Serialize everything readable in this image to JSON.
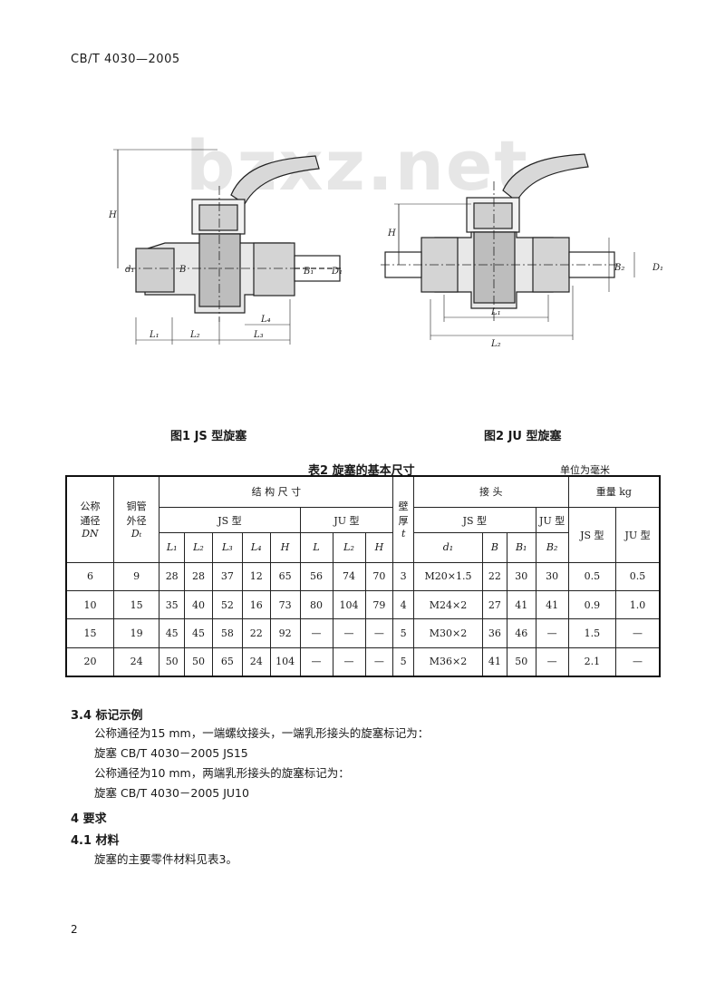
{
  "header": "CB/T 4030—2005",
  "watermark": "bzxz.net",
  "fig1": {
    "caption": "图1  JS 型旋塞",
    "labels": {
      "H": "H",
      "d1": "d₁",
      "B": "B",
      "B1": "B₁",
      "Dt": "D₁",
      "L1": "L₁",
      "L2": "L₂",
      "L3": "L₃",
      "L4": "L₄"
    }
  },
  "fig2": {
    "caption": "图2  JU 型旋塞",
    "labels": {
      "H": "H",
      "B": "B₂",
      "Dt": "D₁",
      "L1": "L₁",
      "L2": "L₂"
    }
  },
  "table2": {
    "title": "表2  旋塞的基本尺寸",
    "unit": "单位为毫米",
    "h_dn": [
      "公称",
      "通径",
      "DN"
    ],
    "h_dt": [
      "铜管",
      "外径",
      "Dₜ"
    ],
    "h_struct": "结 构 尺 寸",
    "h_js": "JS 型",
    "h_ju": "JU 型",
    "h_wall": [
      "壁",
      "厚",
      "t"
    ],
    "h_joint": "接  头",
    "h_joint_js": "JS 型",
    "h_joint_ju": "JU 型",
    "h_weight": "重量 kg",
    "h_w_js": "JS 型",
    "h_w_ju": "JU 型",
    "sub_js": [
      "L₁",
      "L₂",
      "L₃",
      "L₄",
      "H"
    ],
    "sub_ju": [
      "L",
      "L₂",
      "H"
    ],
    "sub_joint": [
      "d₁",
      "B",
      "B₁",
      "B₂"
    ],
    "rows": [
      [
        "6",
        "9",
        "28",
        "28",
        "37",
        "12",
        "65",
        "56",
        "74",
        "70",
        "3",
        "M20×1.5",
        "22",
        "30",
        "30",
        "0.5",
        "0.5"
      ],
      [
        "10",
        "15",
        "35",
        "40",
        "52",
        "16",
        "73",
        "80",
        "104",
        "79",
        "4",
        "M24×2",
        "27",
        "41",
        "41",
        "0.9",
        "1.0"
      ],
      [
        "15",
        "19",
        "45",
        "45",
        "58",
        "22",
        "92",
        "—",
        "—",
        "—",
        "5",
        "M30×2",
        "36",
        "46",
        "—",
        "1.5",
        "—"
      ],
      [
        "20",
        "24",
        "50",
        "50",
        "65",
        "24",
        "104",
        "—",
        "—",
        "—",
        "5",
        "M36×2",
        "41",
        "50",
        "—",
        "2.1",
        "—"
      ]
    ]
  },
  "section_3_4": {
    "heading": "3.4  标记示例",
    "p1": "公称通径为15 mm，一端螺纹接头，一端乳形接头的旋塞标记为：",
    "p2": "旋塞  CB/T 4030－2005  JS15",
    "p3": "公称通径为10 mm，两端乳形接头的旋塞标记为：",
    "p4": "旋塞  CB/T 4030－2005  JU10"
  },
  "section_4": {
    "heading": "4  要求"
  },
  "section_4_1": {
    "heading": "4.1  材料",
    "p1": "旋塞的主要零件材料见表3。"
  },
  "page_number": "2"
}
